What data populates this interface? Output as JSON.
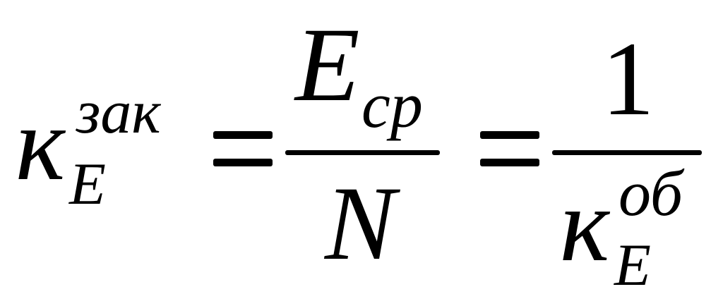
{
  "formula": {
    "lhs": {
      "base": "к",
      "subscript": "E",
      "superscript": "зак"
    },
    "equals": "=",
    "fraction1": {
      "numerator_base": "E",
      "numerator_subscript": "ср",
      "denominator": "N"
    },
    "fraction2": {
      "numerator": "1",
      "denominator_base": "к",
      "denominator_subscript": "E",
      "denominator_superscript": "об"
    }
  }
}
